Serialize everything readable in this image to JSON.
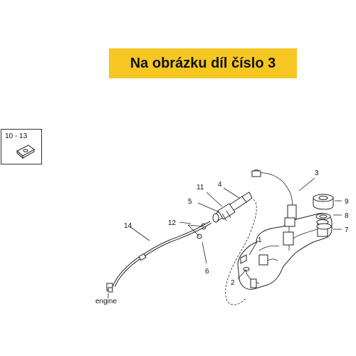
{
  "banner": {
    "text": "Na obrázku díl číslo 3",
    "color": "#f6c623"
  },
  "inset": {
    "label": "10 - 13"
  },
  "callouts": {
    "p1": "1",
    "p2": "2",
    "p3": "3",
    "p4": "4",
    "p5": "5",
    "p6": "6",
    "p7": "7",
    "p8": "8",
    "p9": "9",
    "p11": "11",
    "p12": "12",
    "p14": "14"
  },
  "annotations": {
    "engine": "engine"
  }
}
